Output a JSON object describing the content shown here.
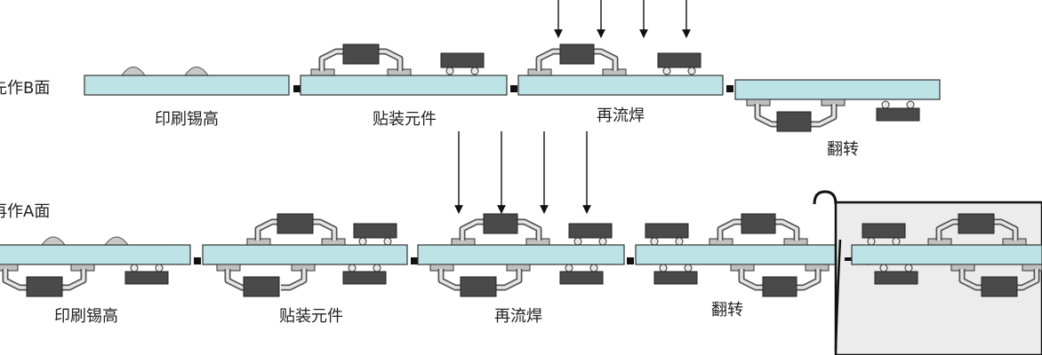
{
  "rows": [
    {
      "title": "先作B面",
      "steps": [
        {
          "label": "印刷锡高"
        },
        {
          "label": "贴装元件"
        },
        {
          "label": "再流焊"
        },
        {
          "label": "翻转"
        }
      ]
    },
    {
      "title": "再作A面",
      "steps": [
        {
          "label": "印刷锡高"
        },
        {
          "label": "贴装元件"
        },
        {
          "label": "再流焊"
        },
        {
          "label": "翻转"
        }
      ]
    }
  ],
  "colors": {
    "board": "#bde3e6",
    "chip": "#4a4a4a",
    "pad": "#c0c0c0",
    "enclosure": "#ececec"
  }
}
